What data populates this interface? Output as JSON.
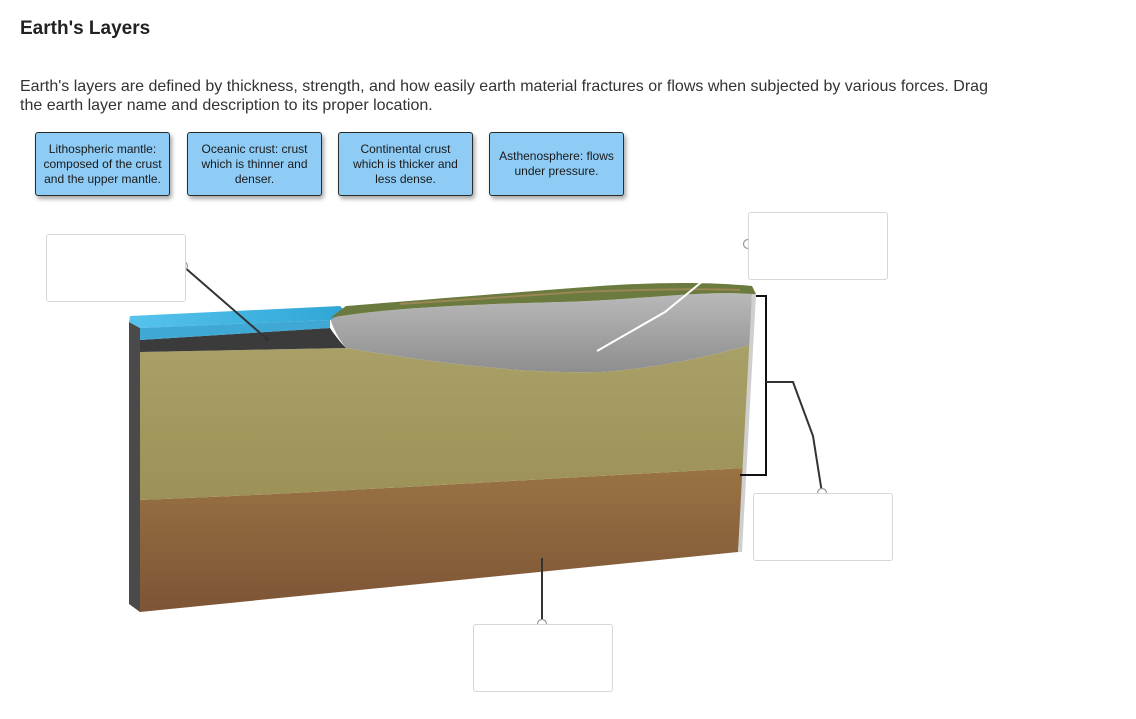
{
  "page": {
    "title": "Earth's Layers",
    "instructions": "Earth's layers are defined by thickness, strength, and how easily earth material fractures or flows when subjected by various forces. Drag the earth layer name and description to its proper location."
  },
  "cards": [
    {
      "text": "Lithospheric mantle: composed of the crust and the upper mantle."
    },
    {
      "text": "Oceanic crust: crust which is thinner and denser."
    },
    {
      "text": "Continental crust which is thicker and less dense."
    },
    {
      "text": "Asthenosphere: flows under pressure."
    }
  ],
  "colors": {
    "card_fill": "#8ecbf5",
    "ocean": "#3fb3e0",
    "continental_crust": "#9a9a9a",
    "lithospheric_mantle": "#a49b62",
    "asthenosphere": "#8b5e3c"
  }
}
